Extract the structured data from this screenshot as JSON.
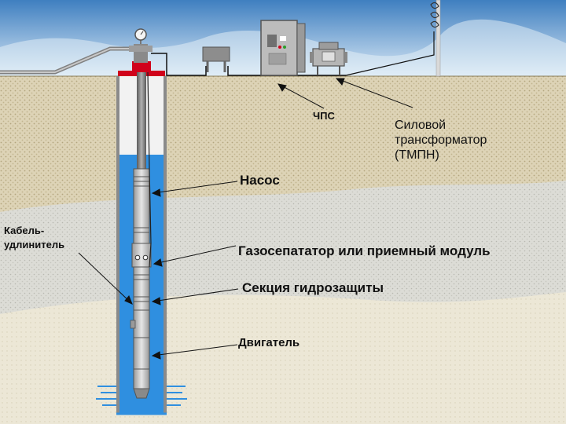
{
  "labels": {
    "chps": "ЧПС",
    "transformer": "Силовой\nтрансформатор\n(ТМПН)",
    "pump": "Насос",
    "cable": "Кабель-\nудлинитель",
    "gas_separator": "Газосепататор или приемный модуль",
    "protector": "Секция гидрозащиты",
    "motor": "Двигатель"
  },
  "colors": {
    "sky_top": "#4a8cc8",
    "sky_bottom": "#cfe2f3",
    "ground": "#d9cfae",
    "water": "#2f8fe0",
    "casing": "#dcdcdc",
    "equipment": "#7d7d7d",
    "wellhead": "#d0021b"
  }
}
